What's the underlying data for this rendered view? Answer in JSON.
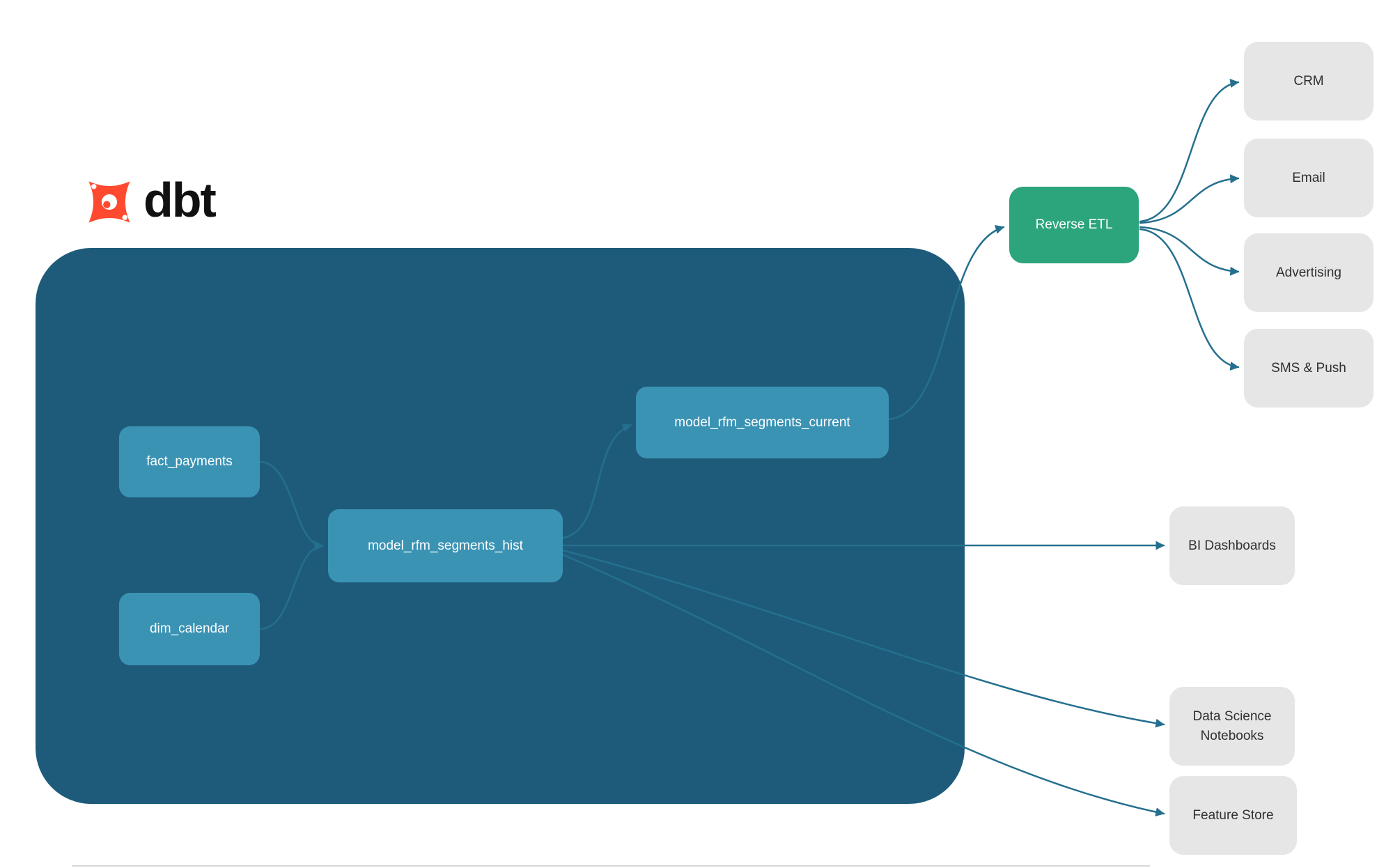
{
  "logo": {
    "text": "dbt"
  },
  "colors": {
    "container": "#1e5b7a",
    "model_node": "#3b93b4",
    "etl_node": "#2ca47c",
    "dest_node": "#e6e6e6",
    "edge": "#256f8e",
    "logo_orange": "#ff4a2f"
  },
  "nodes": {
    "fact_payments": "fact_payments",
    "dim_calendar": "dim_calendar",
    "model_hist": "model_rfm_segments_hist",
    "model_current": "model_rfm_segments_current",
    "reverse_etl": "Reverse ETL",
    "crm": "CRM",
    "email": "Email",
    "advertising": "Advertising",
    "sms_push": "SMS & Push",
    "bi_dashboards": "BI Dashboards",
    "data_science_notebooks": "Data Science Notebooks",
    "feature_store": "Feature Store"
  }
}
